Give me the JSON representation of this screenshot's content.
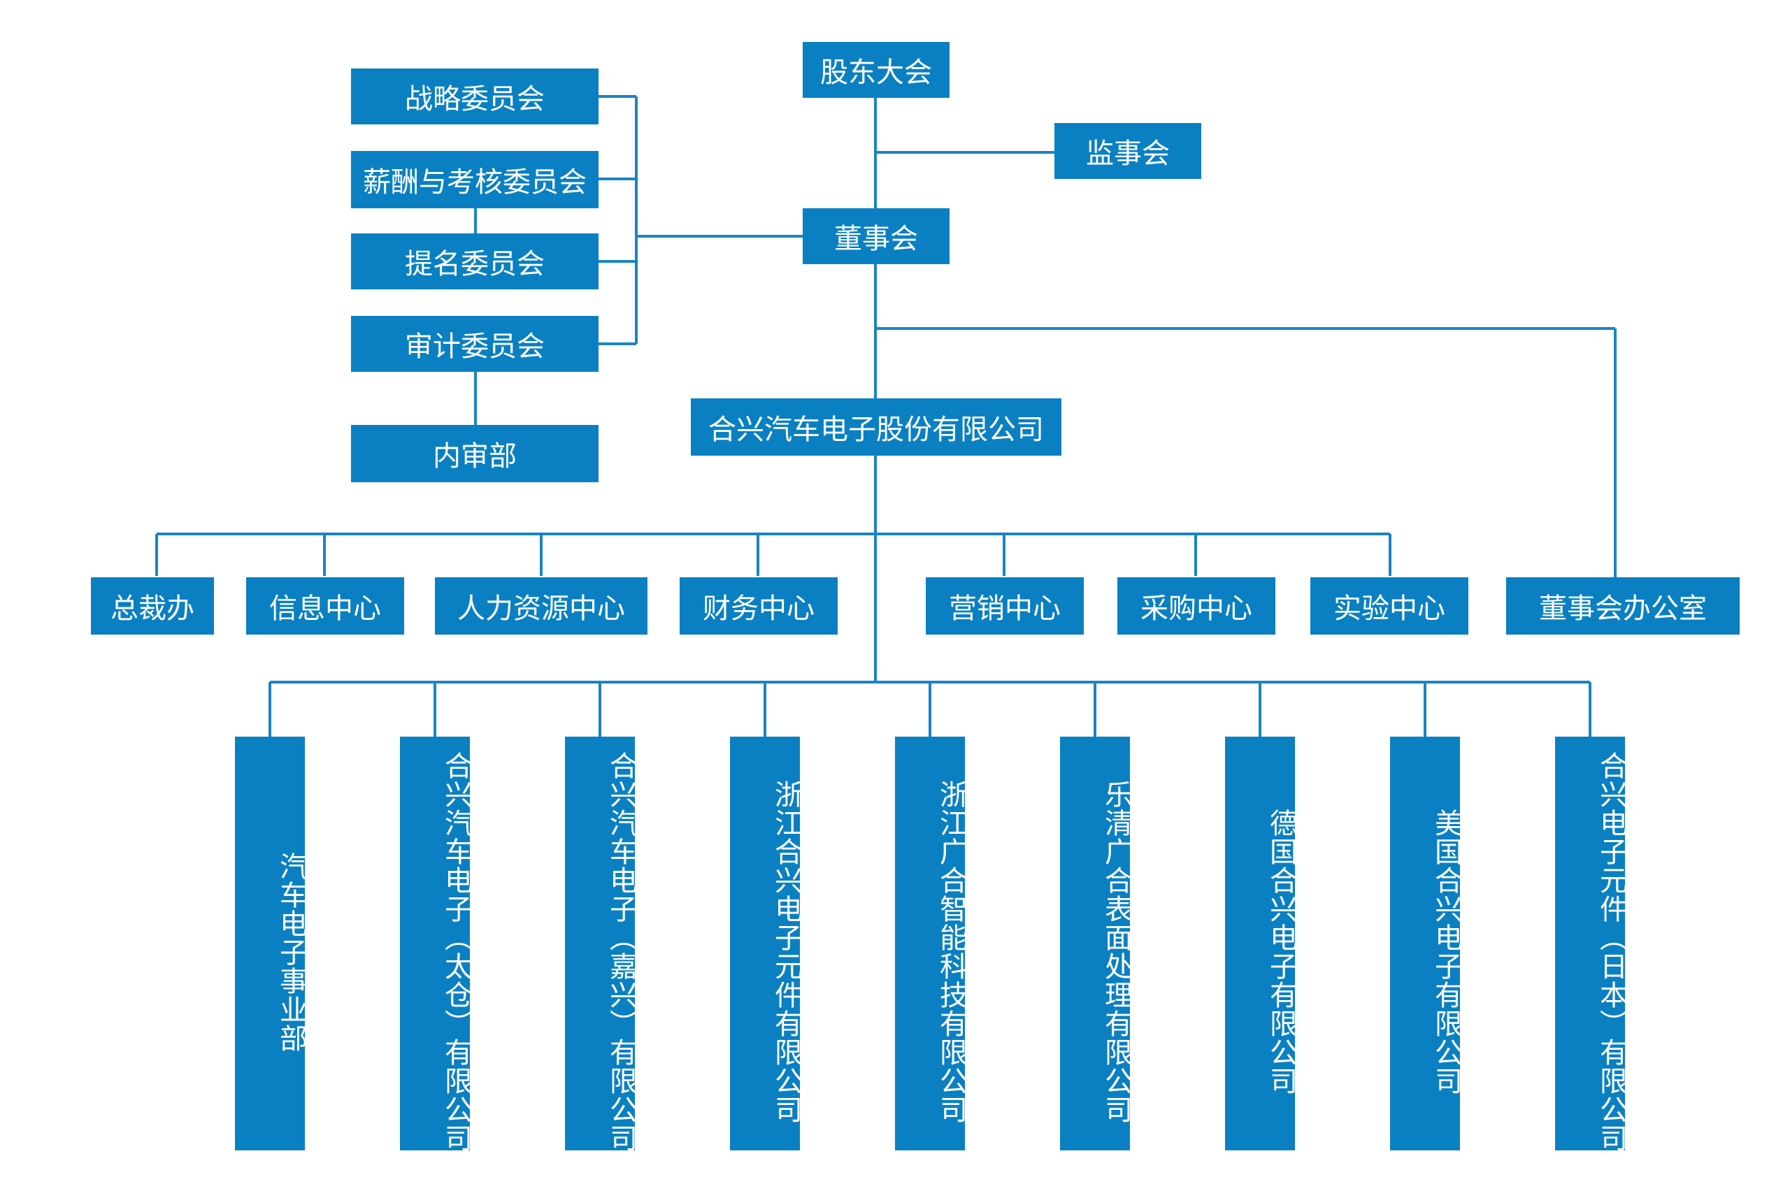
{
  "chart": {
    "shareholders": "股东大会",
    "supervisors": "监事会",
    "board": "董事会",
    "committees": [
      "战略委员会",
      "薪酬与考核委员会",
      "提名委员会",
      "审计委员会"
    ],
    "internal_audit": "内审部",
    "company": "合兴汽车电子股份有限公司",
    "board_office": "董事会办公室",
    "centers": [
      "总裁办",
      "信息中心",
      "人力资源中心",
      "财务中心",
      "营销中心",
      "采购中心",
      "实验中心"
    ],
    "subsidiaries": [
      "汽车电子事业部",
      "合兴汽车电子（太仓）有限公司",
      "合兴汽车电子（嘉兴）有限公司",
      "浙江合兴电子元件有限公司",
      "浙江广合智能科技有限公司",
      "乐清广合表面处理有限公司",
      "德国合兴电子有限公司",
      "美国合兴电子有限公司",
      "合兴电子元件（日本）有限公司"
    ],
    "colors": {
      "box": "#0a80c2",
      "line": "#1a84c4",
      "text": "#ffffff"
    }
  }
}
